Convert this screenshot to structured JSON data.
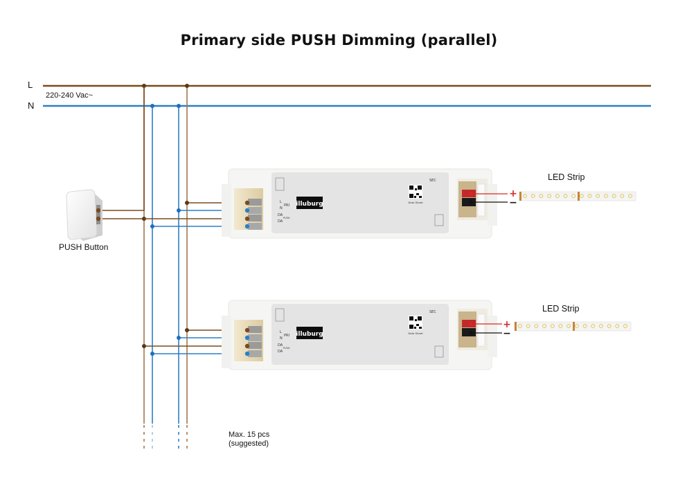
{
  "title": "Primary side PUSH Dimming (parallel)",
  "mains": {
    "line_label": "L",
    "neutral_label": "N",
    "voltage_label": "220-240 Vac~",
    "line_color": "#7a4a1e",
    "neutral_color": "#2b7fc6"
  },
  "push_button": {
    "label": "PUSH Button",
    "icon": "wall-push-switch-icon"
  },
  "drivers": [
    {
      "brand": "illuburg",
      "terminal_labels": [
        "L",
        "N",
        "DA",
        "DA"
      ],
      "primary_label": "PRI",
      "secondary_label": "SEC",
      "qr_caption": "Data Sheet",
      "push_labels": [
        "L",
        "PUSH",
        "N"
      ],
      "output": {
        "plus": "+",
        "minus": "−"
      },
      "load_label": "LED Strip"
    },
    {
      "brand": "illuburg",
      "terminal_labels": [
        "L",
        "N",
        "DA",
        "DA"
      ],
      "primary_label": "PRI",
      "secondary_label": "SEC",
      "qr_caption": "Data Sheet",
      "push_labels": [
        "L",
        "PUSH",
        "N"
      ],
      "output": {
        "plus": "+",
        "minus": "−"
      },
      "load_label": "LED Strip"
    }
  ],
  "note": {
    "line1": "Max. 15 pcs",
    "line2": "(suggested)"
  },
  "colors": {
    "brown_wire": "#7a4a1e",
    "brown_wire_light": "#a07850",
    "blue_wire": "#2b7fc6",
    "red_output": "#d62828",
    "black_output": "#111111",
    "driver_body": "#f5f5f3",
    "driver_label_panel": "#e4e4e4",
    "terminal_housing": "#eadfc4"
  }
}
